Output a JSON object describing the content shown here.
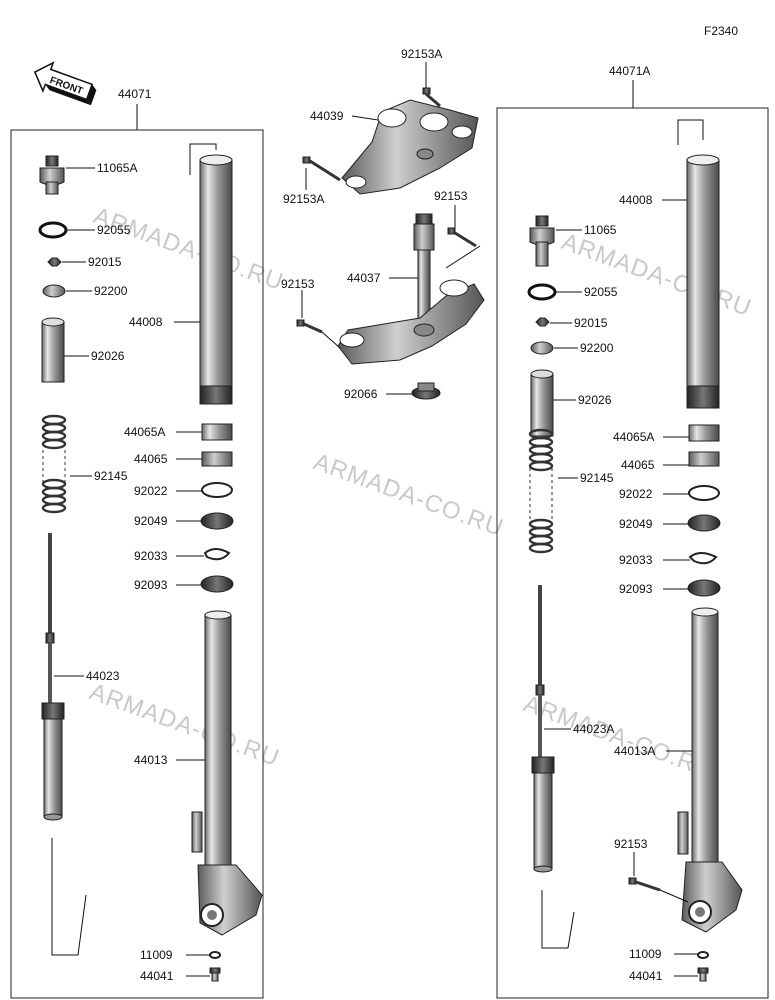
{
  "figure_code": "F2340",
  "front_label": "FRONT",
  "watermark": "ARMADA-CO.RU",
  "assemblies": {
    "left": "44071",
    "right": "44071A"
  },
  "left_labels": {
    "p11065A": "11065A",
    "p92055": "92055",
    "p92015": "92015",
    "p92200": "92200",
    "p44008": "44008",
    "p92026": "92026",
    "p44065A": "44065A",
    "p44065": "44065",
    "p92022": "92022",
    "p92049": "92049",
    "p92145": "92145",
    "p92033": "92033",
    "p92093": "92093",
    "p44023": "44023",
    "p44013": "44013",
    "p11009": "11009",
    "p44041": "44041"
  },
  "center_labels": {
    "p92153A_top": "92153A",
    "p44039": "44039",
    "p92153A_left": "92153A",
    "p92153_right": "92153",
    "p44037": "44037",
    "p92153_left": "92153",
    "p92066": "92066"
  },
  "right_labels": {
    "p44008": "44008",
    "p11065": "11065",
    "p92055": "92055",
    "p92015": "92015",
    "p92200": "92200",
    "p92026": "92026",
    "p44065A": "44065A",
    "p44065": "44065",
    "p92145": "92145",
    "p92022": "92022",
    "p92049": "92049",
    "p92033": "92033",
    "p92093": "92093",
    "p44023A": "44023A",
    "p44013A": "44013A",
    "p92153": "92153",
    "p11009": "11009",
    "p44041": "44041"
  }
}
